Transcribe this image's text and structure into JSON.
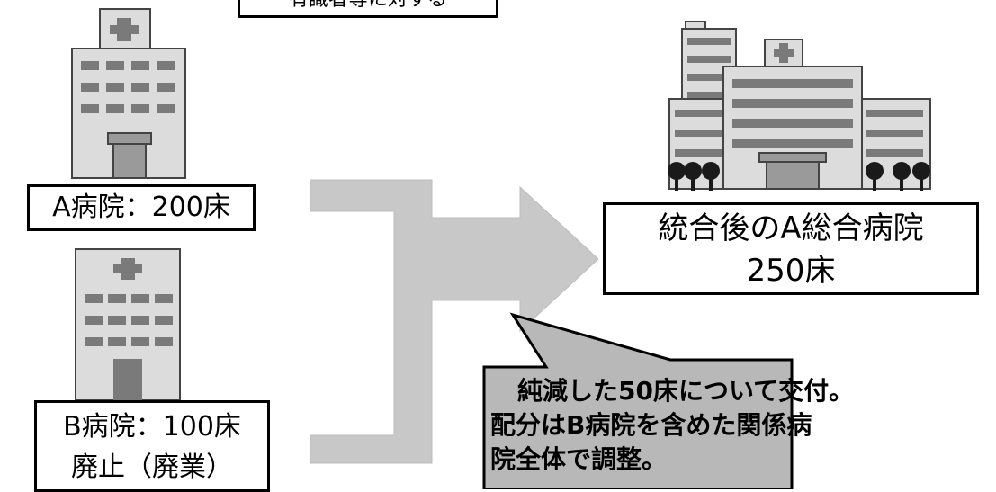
{
  "top_box_text": "有識者等に対する",
  "hospital_a": {
    "label": "A病院：200床"
  },
  "hospital_b": {
    "label_line1": "B病院：100床",
    "label_line2": "廃止（廃業）"
  },
  "merged_hospital": {
    "label_line1": "統合後のA総合病院",
    "label_line2": "250床"
  },
  "callout": {
    "line1": "純減した50床について交付。",
    "line2": "配分はB病院を含めた関係病",
    "line3": "院全体で調整。"
  },
  "colors": {
    "arrow_fill": "#c8c8c8",
    "callout_fill": "#b8b8b8",
    "building_fill": "#dcdcdc",
    "window_fill": "#7a7a7a",
    "tree_fill": "#1a1a1a"
  }
}
